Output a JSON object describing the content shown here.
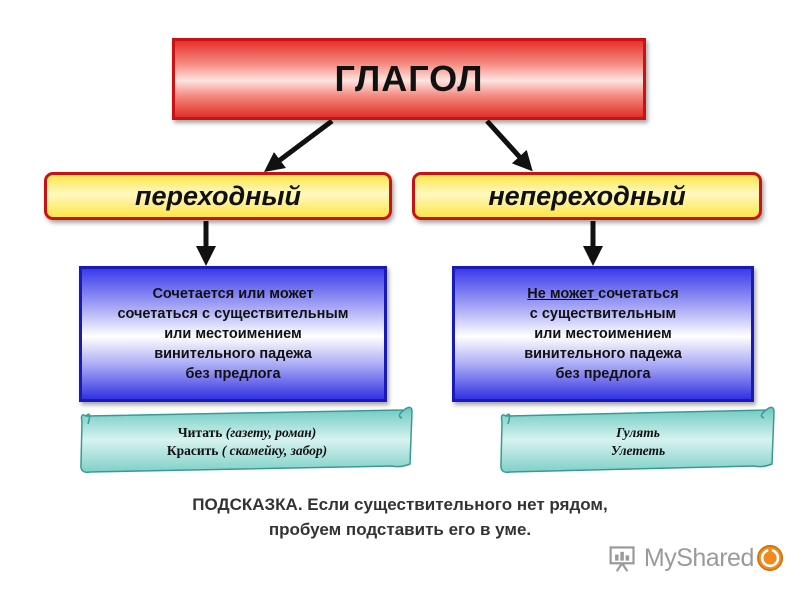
{
  "diagram": {
    "title": "ГЛАГОЛ",
    "left": {
      "type": "переходный",
      "definition": [
        "Сочетается или может",
        "сочетаться с существительным",
        "или местоимением",
        "винительного  падежа",
        "без предлога"
      ],
      "examples": [
        {
          "verb": "Читать",
          "objects": "(газету, роман)"
        },
        {
          "verb": "Красить",
          "objects": "( скамейку, забор)"
        }
      ]
    },
    "right": {
      "type": "непереходный",
      "definition_first_underlined": "Не может ",
      "definition_first_rest": "сочетаться",
      "definition": [
        "с существительным",
        "или местоимением",
        "винительного  падежа",
        "без предлога"
      ],
      "examples": [
        "Гулять",
        "Улететь"
      ]
    },
    "hint": [
      "ПОДСКАЗКА. Если существительного нет рядом,",
      "пробуем подставить его в уме."
    ]
  },
  "watermark": {
    "text": "MyShared"
  },
  "colors": {
    "title_border": "#cc1111",
    "type_fill": "#fbe64a",
    "definition_fill": "#3b3bea",
    "scroll_fill": "#8fd8d2"
  }
}
